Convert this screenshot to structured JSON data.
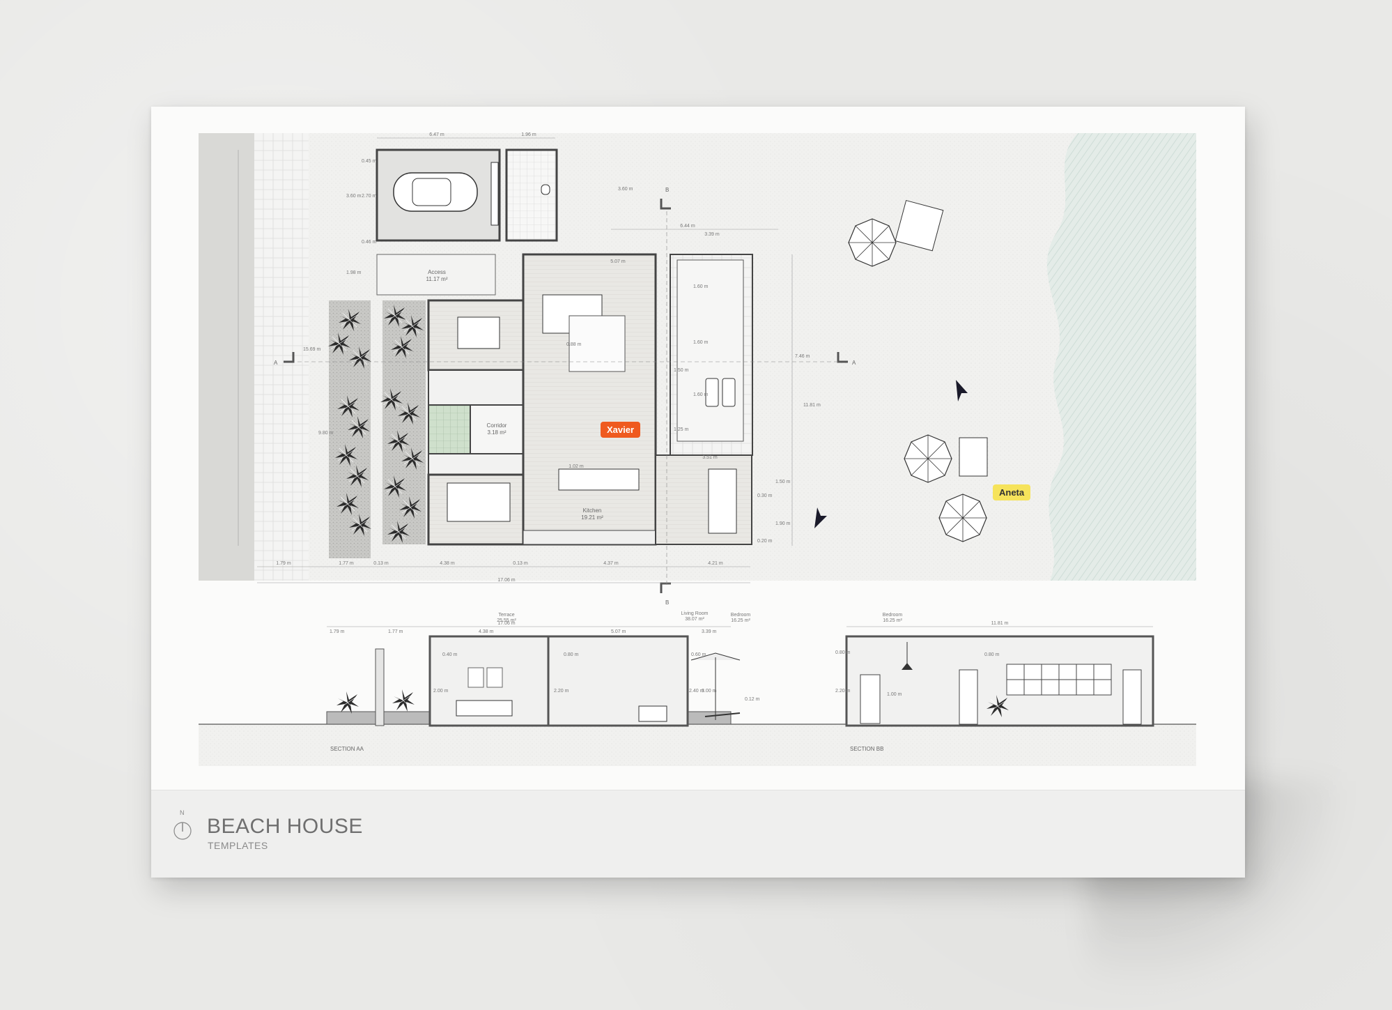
{
  "document": {
    "title": "BEACH HOUSE",
    "subtitle": "TEMPLATES",
    "north_label": "N"
  },
  "plan": {
    "rooms": {
      "access": {
        "name": "Access",
        "area": "11.17 m²"
      },
      "corridor": {
        "name": "Corridor",
        "area": "3.18 m²"
      },
      "kitchen": {
        "name": "Kitchen",
        "area": "19.21 m²"
      }
    },
    "dimensions": {
      "top_6_47": "6.47 m",
      "top_1_96": "1.96 m",
      "top_6_44": "6.44 m",
      "top_3_39": "3.39 m",
      "top_5_07": "5.07 m",
      "v_0_45": "0.45 m",
      "v_3_60": "3.60 m",
      "v_2_70": "2.70 m",
      "v_0_46": "0.46 m",
      "v_1_98": "1.98 m",
      "v_15_69": "15.69 m",
      "v_9_80": "9.80 m",
      "v_0_88": "0.88 m",
      "v_3_60b": "3.60 m",
      "v_1_60a": "1.60 m",
      "v_1_60b": "1.60 m",
      "v_1_60c": "1.60 m",
      "v_1_50": "1.50 m",
      "v_1_25": "1.25 m",
      "v_7_46": "7.46 m",
      "v_11_81": "11.81 m",
      "v_1_50b": "1.50 m",
      "v_1_90": "1.90 m",
      "v_0_30": "0.30 m",
      "v_0_20": "0.20 m",
      "h_1_02": "1.02 m",
      "h_3_51": "3.51 m",
      "b_1_79": "1.79 m",
      "b_1_77": "1.77 m",
      "b_0_13a": "0.13 m",
      "b_4_38": "4.38 m",
      "b_0_13b": "0.13 m",
      "b_4_37": "4.37 m",
      "b_4_21": "4.21 m",
      "b_total": "17.06 m"
    },
    "section_markers": {
      "a_left": "A",
      "a_right": "A",
      "b_top": "B",
      "b_bottom": "B"
    }
  },
  "section_aa": {
    "label": "SECTION AA",
    "rooms": {
      "terrace": {
        "name": "Terrace",
        "area": "25.55 m²"
      },
      "living": {
        "name": "Living Room",
        "area": "38.07 m²"
      },
      "bedroom": {
        "name": "Bedroom",
        "area": "16.25 m²"
      }
    },
    "dimensions": {
      "total": "17.06 m",
      "d_1_79": "1.79 m",
      "d_1_77": "1.77 m",
      "d_4_38": "4.38 m",
      "d_5_07": "5.07 m",
      "d_3_39": "3.39 m",
      "h_0_40": "0.40 m",
      "h_2_00": "2.00 m",
      "h_0_80": "0.80 m",
      "h_2_20": "2.20 m",
      "h_0_60": "0.60 m",
      "h_2_40": "2.40 m",
      "h_3_00": "3.00 m",
      "h_0_12": "0.12 m"
    }
  },
  "section_bb": {
    "label": "SECTION BB",
    "rooms": {
      "bedroom": {
        "name": "Bedroom",
        "area": "16.25 m²"
      }
    },
    "dimensions": {
      "total": "11.81 m",
      "h_0_80a": "0.80 m",
      "h_2_20": "2.20 m",
      "h_0_80b": "0.80 m",
      "h_1_00": "1.00 m"
    }
  },
  "collaborators": [
    {
      "name": "Xavier",
      "color": "#ef5a1f"
    },
    {
      "name": "Aneta",
      "color": "#f6e35b"
    }
  ]
}
